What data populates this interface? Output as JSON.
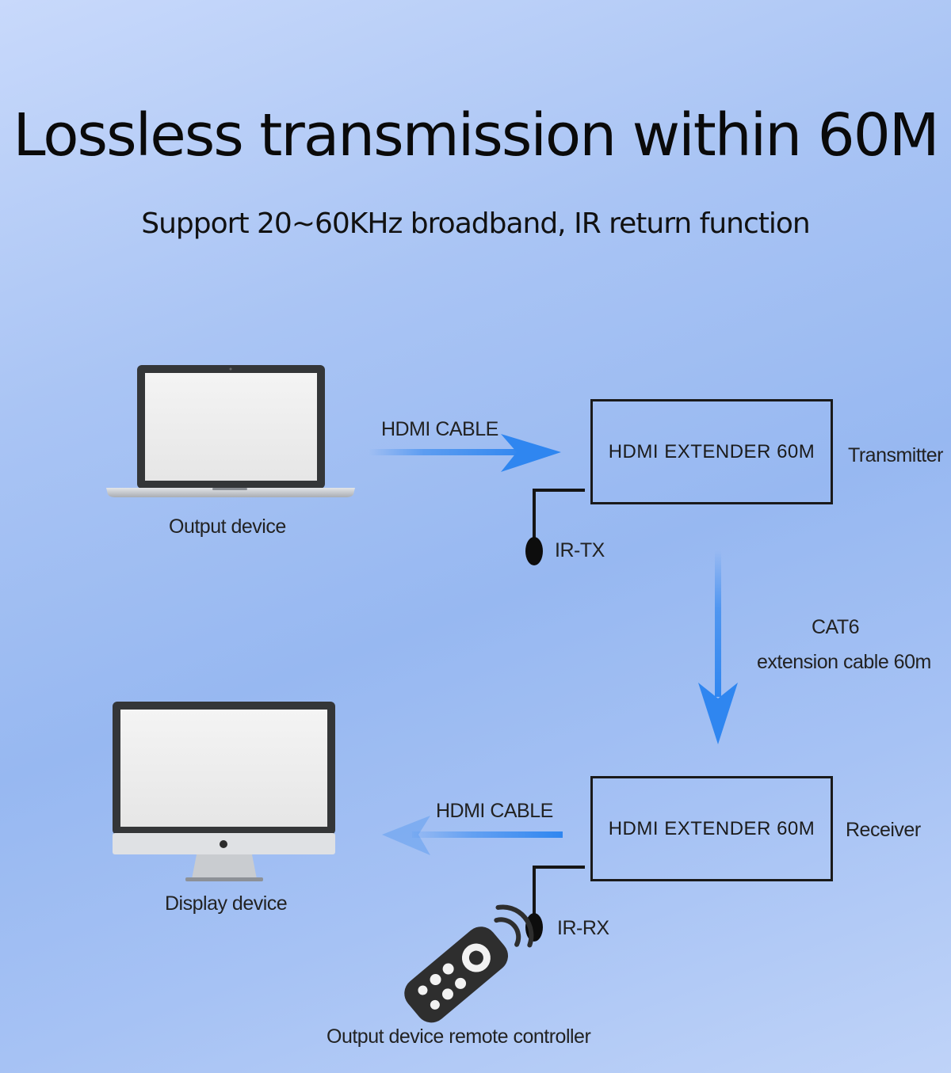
{
  "title": "Lossless transmission within 60M",
  "subtitle": "Support 20~60KHz broadband, IR return function",
  "transmitter": {
    "box_label": "HDMI EXTENDER 60M",
    "role": "Transmitter",
    "ir": "IR-TX"
  },
  "receiver": {
    "box_label": "HDMI EXTENDER 60M",
    "role": "Receiver",
    "ir": "IR-RX"
  },
  "links": {
    "hdmi_in": "HDMI CABLE",
    "hdmi_out": "HDMI CABLE",
    "cat6_line1": "CAT6",
    "cat6_line2": "extension cable 60m"
  },
  "devices": {
    "output": "Output device",
    "display": "Display device",
    "remote": "Output device remote controller"
  },
  "colors": {
    "arrow": "#2f86f0",
    "frame": "#1a1a1a"
  },
  "icons": [
    "laptop-icon",
    "monitor-icon",
    "remote-control-icon",
    "ir-sensor-icon"
  ]
}
